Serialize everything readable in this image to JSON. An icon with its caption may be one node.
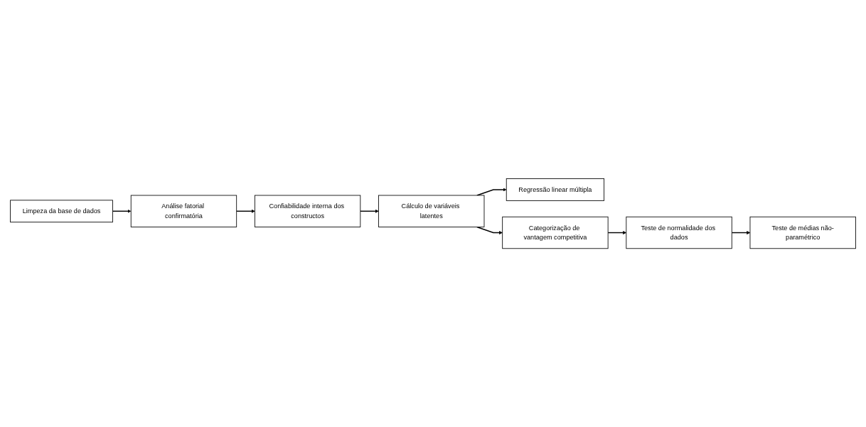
{
  "diagram": {
    "nodes": [
      {
        "text": [
          "Limpeza da base de dados"
        ]
      },
      {
        "text": [
          "Análise fatorial confirmatória"
        ]
      },
      {
        "text": [
          "Confiabilidade interna dos constructos"
        ]
      },
      {
        "text": [
          "Cálculo de variáveis latentes"
        ]
      },
      {
        "text": [
          "Regressão linear múltipla"
        ]
      },
      {
        "text": [
          "Categorização de vantagem competitiva"
        ]
      },
      {
        "text": [
          "Teste de normalidade dos dados"
        ]
      },
      {
        "text": [
          "Teste de médias não-paramétrico"
        ]
      }
    ],
    "edges": [
      {
        "from": 0,
        "to": 1,
        "arrow": "to"
      },
      {
        "from": 1,
        "to": 2,
        "arrow": "to"
      },
      {
        "from": 2,
        "to": 3,
        "arrow": "to"
      },
      {
        "from": 3,
        "to": 4,
        "arrow": "to"
      },
      {
        "from": 3,
        "to": 5,
        "arrow": "to"
      },
      {
        "from": 5,
        "to": 6,
        "arrow": "to"
      },
      {
        "from": 6,
        "to": 7,
        "arrow": "to"
      }
    ]
  }
}
